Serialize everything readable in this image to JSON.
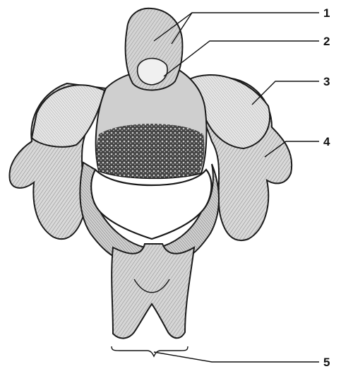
{
  "figure": {
    "subject": "vertebra-engraving",
    "ink_color": "#1a1a1a",
    "bone_color": "#d9d9d9",
    "background_color": "#ffffff"
  },
  "callouts": [
    {
      "number": "1"
    },
    {
      "number": "2"
    },
    {
      "number": "3"
    },
    {
      "number": "4"
    },
    {
      "number": "5"
    }
  ]
}
